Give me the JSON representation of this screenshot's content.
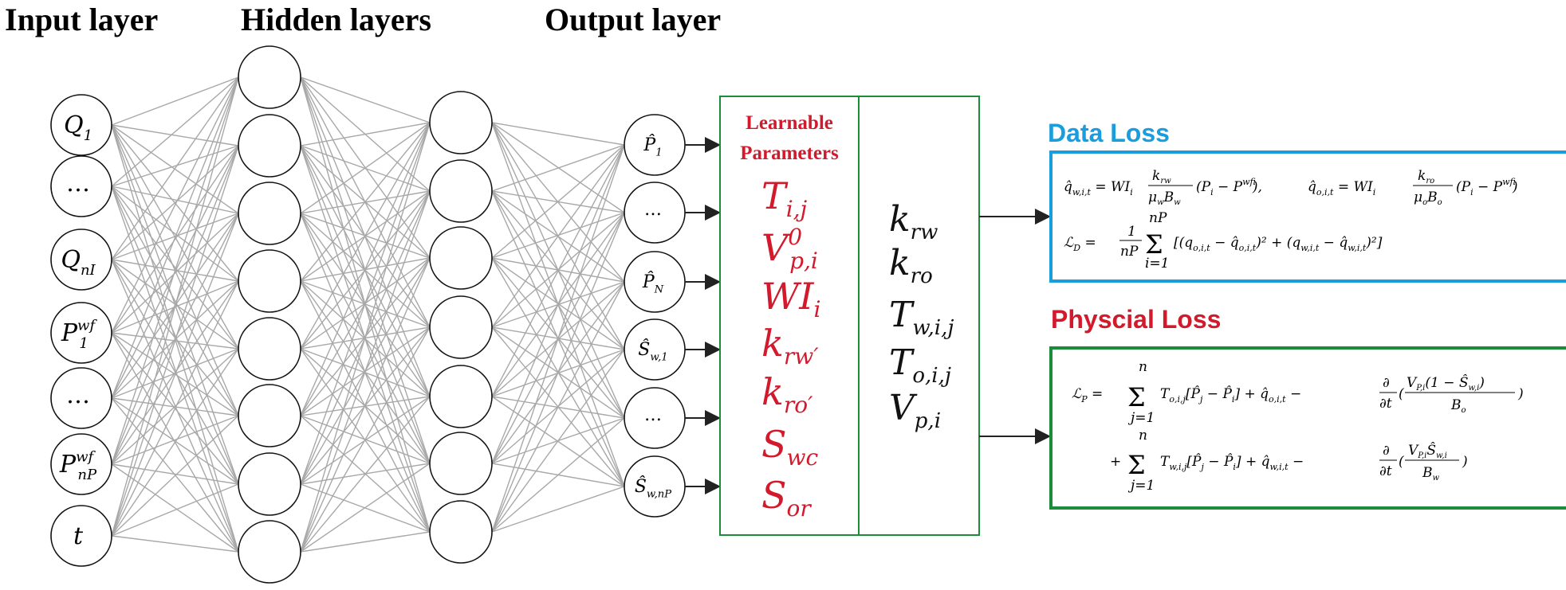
{
  "headers": {
    "input": "Input layer",
    "hidden": "Hidden layers",
    "output": "Output layer"
  },
  "input_nodes": [
    "Q",
    "…",
    "Q",
    "P",
    "…",
    "P",
    "t"
  ],
  "input_subs": [
    "1",
    "",
    "nI",
    "1",
    "",
    "nP",
    ""
  ],
  "input_sups": [
    "",
    "",
    "",
    "wf",
    "",
    "wf",
    ""
  ],
  "output_nodes": [
    "P̂",
    "…",
    "P̂",
    "Ŝ",
    "…",
    "Ŝ"
  ],
  "output_subs": [
    "1",
    "",
    "N",
    "w,1",
    "",
    "w,nP"
  ],
  "learnable": {
    "title_line1": "Learnable",
    "title_line2": "Parameters",
    "params": [
      "T",
      "V",
      "WI",
      "k",
      "k",
      "S",
      "S"
    ],
    "param_subs": [
      "i,j",
      "p,i",
      "i",
      "rw′",
      "ro′",
      "wc",
      "or"
    ],
    "param_sups": [
      "",
      "0",
      "",
      "",
      "",
      "",
      ""
    ]
  },
  "derived": {
    "params": [
      "k",
      "k",
      "T",
      "T",
      "V"
    ],
    "param_subs": [
      "rw",
      "ro",
      "w,i,j",
      "o,i,j",
      "p,i"
    ]
  },
  "data_loss": {
    "title": "Data Loss",
    "eq1": "q̂w,i,t = WIi (krw / μwBw)(Pi − Pi^wf),  q̂o,i,t = WIi (kro / μoBo)(Pi − Pi^wf)",
    "eq2": "ℒD = (1 / nP) Σ i=1..nP [(qo,i,t − q̂o,i,t)² + (qw,i,t − q̂w,i,t)²]"
  },
  "physical_loss": {
    "title": "Physcial Loss",
    "eq1": "ℒP = Σ j=1..n To,i,j[P̂j − P̂i] + q̂o,i,t − ∂/∂t( VP,i(1 − Ŝw,i) / Bo )",
    "eq2": "+ Σ j=1..n Tw,i,j[P̂j − P̂i] + q̂w,i,t − ∂/∂t( VP,i Ŝw,i / Bw )"
  },
  "colors": {
    "red": "#d21a2c",
    "blue": "#1a9ddc",
    "green": "#1a8c3a",
    "edge": "#a8a8a8"
  }
}
